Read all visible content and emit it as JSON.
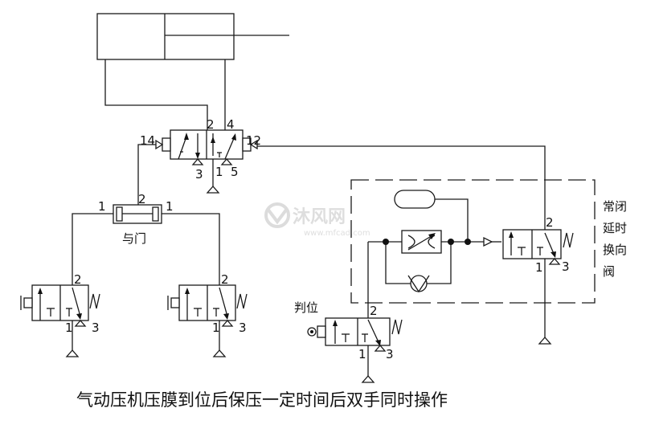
{
  "ports": {
    "main_valve": {
      "p14": "14",
      "p12": "12",
      "p2": "2",
      "p4": "4",
      "p3": "3",
      "p1": "1",
      "p5": "5"
    },
    "and_gate": {
      "left_in": "1",
      "right_in": "1",
      "out": "2"
    },
    "left_button": {
      "out": "2",
      "supply": "1",
      "exhaust": "3"
    },
    "right_button": {
      "out": "2",
      "supply": "1",
      "exhaust": "3"
    },
    "position_valve": {
      "out": "2",
      "supply": "1",
      "exhaust": "3"
    },
    "delay_valve": {
      "out": "2",
      "supply": "1",
      "exhaust": "3"
    }
  },
  "labels": {
    "and_gate": "与门",
    "position_valve": "判位",
    "delay_valve_line1": "常闭",
    "delay_valve_line2": "延时",
    "delay_valve_line3": "换向",
    "delay_valve_line4": "阀",
    "caption": "气动压机压膜到位后保压一定时间后双手同时操作"
  },
  "watermark": {
    "brand": "沐风网",
    "url": "www.mfcad.com"
  }
}
